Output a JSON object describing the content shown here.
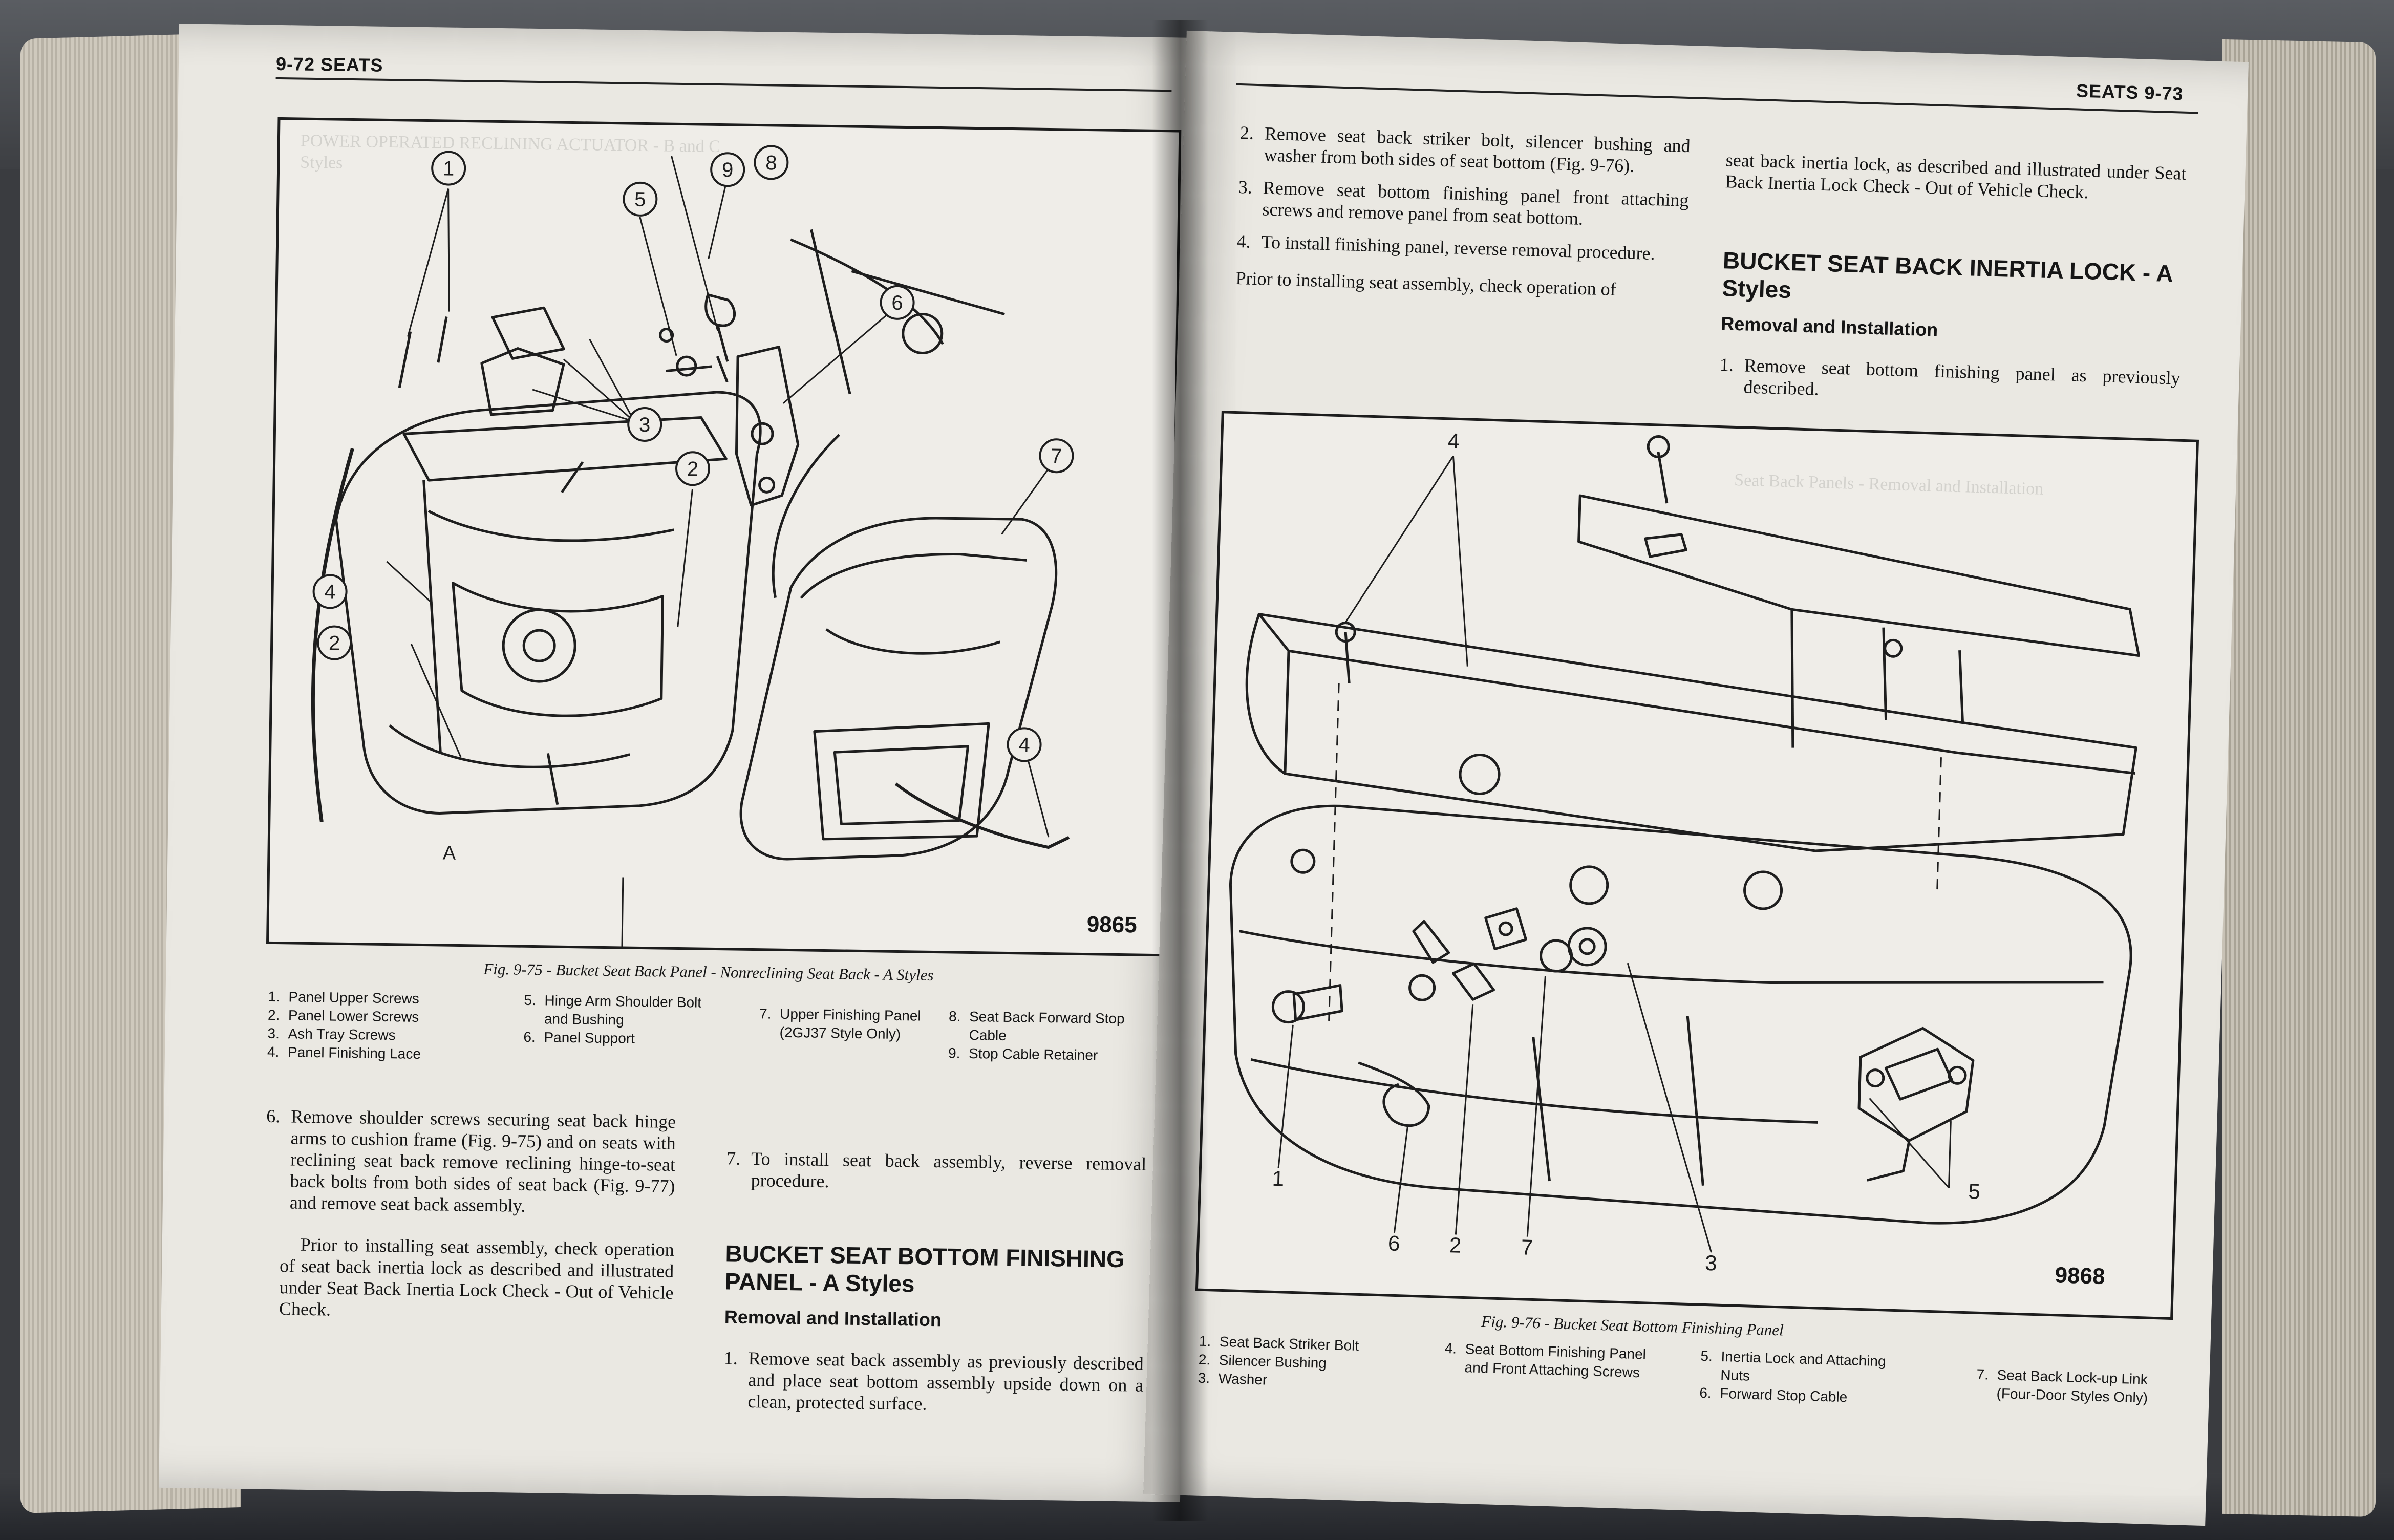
{
  "left_page": {
    "running_head": "9-72 SEATS",
    "figure": {
      "number": "9865",
      "callouts": [
        "1",
        "2",
        "2",
        "3",
        "4",
        "4",
        "5",
        "6",
        "7",
        "8",
        "9"
      ],
      "letter_mark": "A",
      "caption": "Fig. 9-75 - Bucket Seat Back Panel - Nonreclining Seat Back - A Styles",
      "legend": [
        {
          "n": "1.",
          "text": "Panel Upper Screws"
        },
        {
          "n": "2.",
          "text": "Panel Lower Screws"
        },
        {
          "n": "3.",
          "text": "Ash Tray Screws"
        },
        {
          "n": "4.",
          "text": "Panel Finishing Lace"
        },
        {
          "n": "5.",
          "text": "Hinge Arm Shoulder Bolt and Bushing"
        },
        {
          "n": "6.",
          "text": "Panel Support"
        },
        {
          "n": "7.",
          "text": "Upper Finishing Panel (2GJ37 Style Only)"
        },
        {
          "n": "8.",
          "text": "Seat Back Forward Stop Cable"
        },
        {
          "n": "9.",
          "text": "Stop Cable Retainer"
        }
      ]
    },
    "step6": {
      "num": "6.",
      "text": "Remove shoulder screws securing seat back hinge arms to cushion frame (Fig. 9-75) and on seats with reclining seat back remove reclining hinge-to-seat back bolts from both sides of seat back (Fig. 9-77) and remove seat back assembly."
    },
    "prior_text": "Prior to installing seat assembly, check operation of seat back inertia lock as described and illustrated under Seat Back Inertia Lock Check - Out of Vehicle Check.",
    "step7": {
      "num": "7.",
      "text": "To install seat back assembly, reverse removal procedure."
    },
    "heading": "BUCKET SEAT BOTTOM FINISHING PANEL - A Styles",
    "subheading": "Removal and Installation",
    "step1": {
      "num": "1.",
      "text": "Remove seat back assembly as previously described and place seat bottom assembly upside down on a clean, protected surface."
    }
  },
  "right_page": {
    "running_head": "SEATS 9-73",
    "steps": [
      {
        "num": "2.",
        "text": "Remove seat back striker bolt, silencer bushing and washer from both sides of seat bottom (Fig. 9-76)."
      },
      {
        "num": "3.",
        "text": "Remove seat bottom finishing panel front attaching screws and remove panel from seat bottom."
      },
      {
        "num": "4.",
        "text": "To install finishing panel, reverse removal procedure."
      }
    ],
    "prior_text": "Prior to installing seat assembly, check operation of",
    "continued_text": "seat back inertia lock, as described and illustrated under Seat Back Inertia Lock Check - Out of Vehicle Check.",
    "heading": "BUCKET SEAT BACK INERTIA LOCK - A Styles",
    "subheading": "Removal and Installation",
    "step1": {
      "num": "1.",
      "text": "Remove seat bottom finishing panel as previously described."
    },
    "figure": {
      "number": "9868",
      "callouts": [
        "1",
        "2",
        "3",
        "4",
        "5",
        "6",
        "7"
      ],
      "caption": "Fig. 9-76 - Bucket Seat Bottom Finishing Panel",
      "legend": [
        {
          "n": "1.",
          "text": "Seat Back Striker Bolt"
        },
        {
          "n": "2.",
          "text": "Silencer Bushing"
        },
        {
          "n": "3.",
          "text": "Washer"
        },
        {
          "n": "4.",
          "text": "Seat Bottom Finishing Panel and Front Attaching Screws"
        },
        {
          "n": "5.",
          "text": "Inertia Lock and Attaching Nuts"
        },
        {
          "n": "6.",
          "text": "Forward Stop Cable"
        },
        {
          "n": "7.",
          "text": "Seat Back Lock-up Link (Four-Door Styles Only)"
        }
      ]
    }
  }
}
